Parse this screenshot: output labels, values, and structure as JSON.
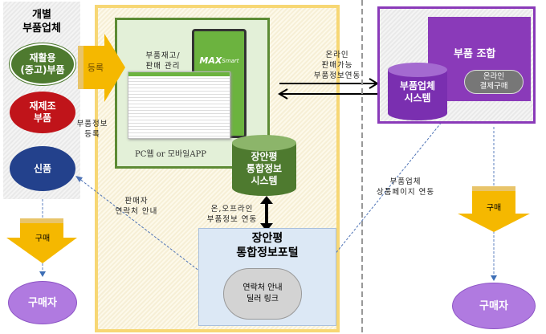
{
  "left": {
    "title": [
      "개별",
      "부품업체"
    ],
    "items": [
      {
        "label": [
          "재활용",
          "(중고)부품"
        ],
        "color": "#4e7a2f"
      },
      {
        "label": [
          "재제조",
          "부품"
        ],
        "color": "#c0141a"
      },
      {
        "label": [
          "신품"
        ],
        "color": "#23418c"
      }
    ],
    "register": "등록",
    "buy": "구매",
    "buyer": "구매자"
  },
  "center": {
    "manage": [
      "부품재고/",
      "판매 관리"
    ],
    "app_brand": "MAX",
    "app_brand_sub": "Smart",
    "platform": "PC웹 or 모바일APP",
    "register_info": [
      "부품정보",
      "등록"
    ],
    "system": [
      "장안평",
      "통합정보",
      "시스템"
    ],
    "sync": [
      "온,오프라인",
      "부품정보 연동"
    ],
    "portal": [
      "장안평",
      "통합정보포털"
    ],
    "portal_oval": [
      "연락처 안내",
      "딜러 링크"
    ],
    "seller_contact": [
      "판매자",
      "연락처 안내"
    ]
  },
  "right": {
    "sync_online": [
      "온라인",
      "판매가능",
      "부품정보연동"
    ],
    "union": "부품 조합",
    "vendor_system": [
      "부품업체",
      "시스템"
    ],
    "payment": [
      "온라인",
      "결제구매"
    ],
    "product_page": [
      "부품업체",
      "상품페이지 연동"
    ],
    "buy": "구매",
    "buyer": "구매자"
  },
  "colors": {
    "yellow": "#f5c518",
    "green": "#4e7a2f",
    "purple": "#7a2fb0",
    "blue": "#2d5aa6"
  }
}
